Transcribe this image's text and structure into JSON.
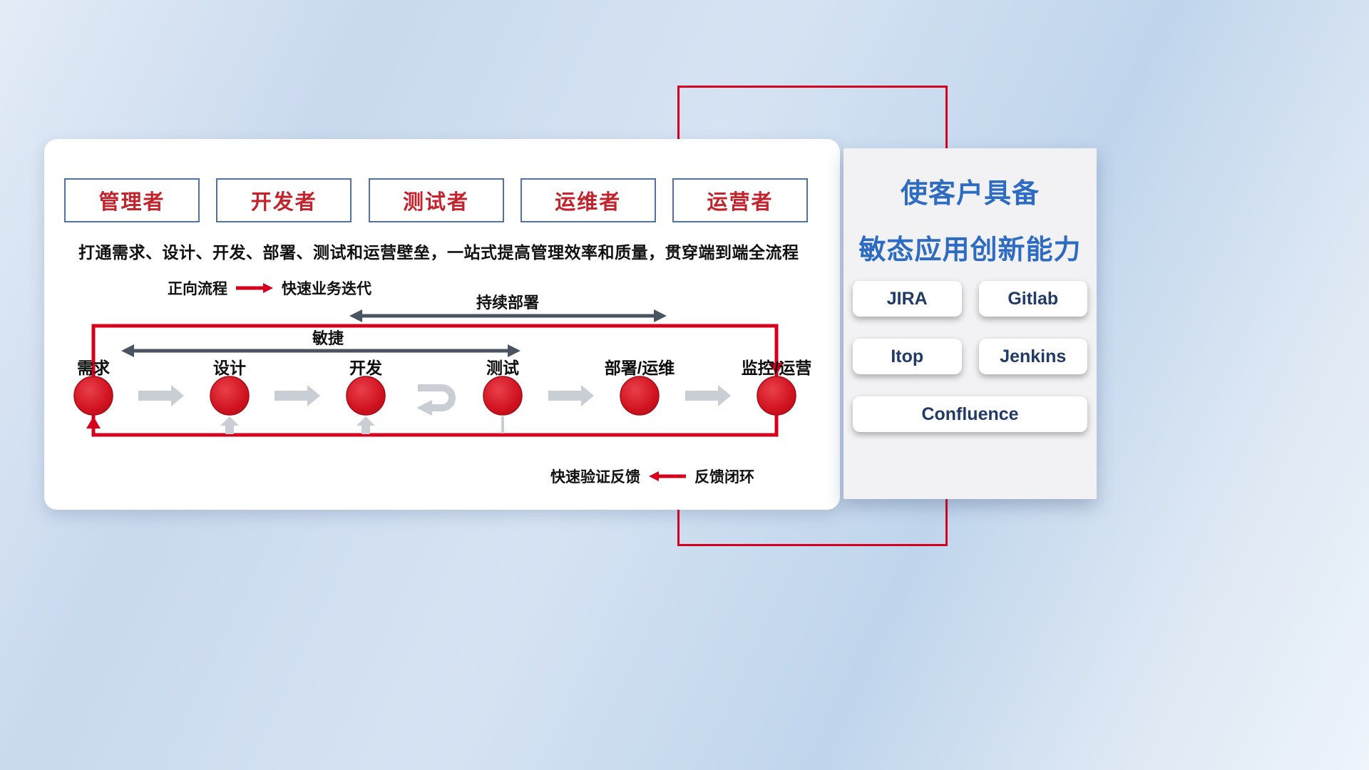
{
  "roles": [
    {
      "label": "管理者"
    },
    {
      "label": "开发者"
    },
    {
      "label": "测试者"
    },
    {
      "label": "运维者"
    },
    {
      "label": "运营者"
    }
  ],
  "subtitle": "打通需求、设计、开发、部署、测试和运营壁垒，一站式提高管理效率和质量，贯穿端到端全流程",
  "legends": {
    "forward_label": "正向流程",
    "forward_desc": "快速业务迭代",
    "feedback_label": "快速验证反馈",
    "feedback_desc": "反馈闭环"
  },
  "span_arrows": {
    "continuous_deployment": "持续部署",
    "agile": "敏捷"
  },
  "flow": {
    "nodes": [
      {
        "label": "需求"
      },
      {
        "label": "设计"
      },
      {
        "label": "开发"
      },
      {
        "label": "测试"
      },
      {
        "label": "部署/运维"
      },
      {
        "label": "监控/运营"
      }
    ]
  },
  "right_panel": {
    "title_line1": "使客户具备",
    "title_line2": "敏态应用创新能力",
    "tools": [
      {
        "label": "JIRA"
      },
      {
        "label": "Gitlab"
      },
      {
        "label": "Itop"
      },
      {
        "label": "Jenkins"
      },
      {
        "label": "Confluence"
      }
    ]
  },
  "colors": {
    "accent_red": "#d6001c",
    "title_blue": "#2e6bc2",
    "role_text": "#c2242e",
    "dark_arrow": "#4a5360"
  }
}
